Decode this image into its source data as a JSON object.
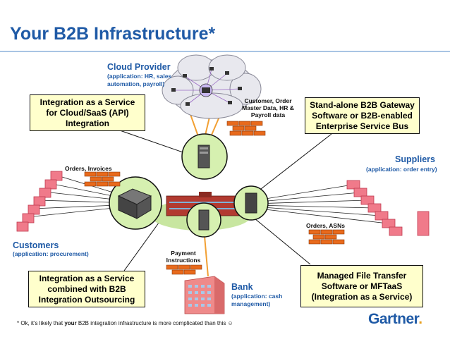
{
  "title": "Your B2B Infrastructure*",
  "cloud": {
    "title": "Cloud Provider",
    "sub1": "(application: HR, sales",
    "sub2": "automation, payroll)"
  },
  "cloud_data": {
    "l1": "Customer, Order",
    "l2": "Master Data, HR &",
    "l3": "Payroll data"
  },
  "boxes": {
    "top_left": [
      "Integration as a Service",
      "for Cloud/SaaS (API)",
      "Integration"
    ],
    "top_right": [
      "Stand-alone B2B Gateway",
      "Software or B2B-enabled",
      "Enterprise Service Bus"
    ],
    "bottom_left": [
      "Integration as a Service",
      "combined with B2B",
      "Integration Outsourcing"
    ],
    "bottom_right": [
      "Managed File Transfer",
      "Software or MFTaaS",
      "(Integration as a Service)"
    ]
  },
  "customers": {
    "title": "Customers",
    "sub": "(application: procurement)",
    "flow": "Orders, Invoices"
  },
  "suppliers": {
    "title": "Suppliers",
    "sub": "(application: order entry)",
    "flow": "Orders, ASNs"
  },
  "bank": {
    "title": "Bank",
    "sub1": "(application: cash",
    "sub2": "management)",
    "flow1": "Payment",
    "flow2": "Instructions"
  },
  "footnote": {
    "pre": "* Ok, it's likely that ",
    "bold": "your",
    "post": " B2B integration infrastructure is more complicated than this ☺"
  },
  "logo": "Gartner",
  "logo_mark": ".",
  "colors": {
    "title_blue": "#1f5aa6",
    "box_fill": "#ffffcc",
    "hub_green": "#d6f0b0",
    "building_pink": "#f07a8a",
    "message_orange": "#e86a1c"
  }
}
